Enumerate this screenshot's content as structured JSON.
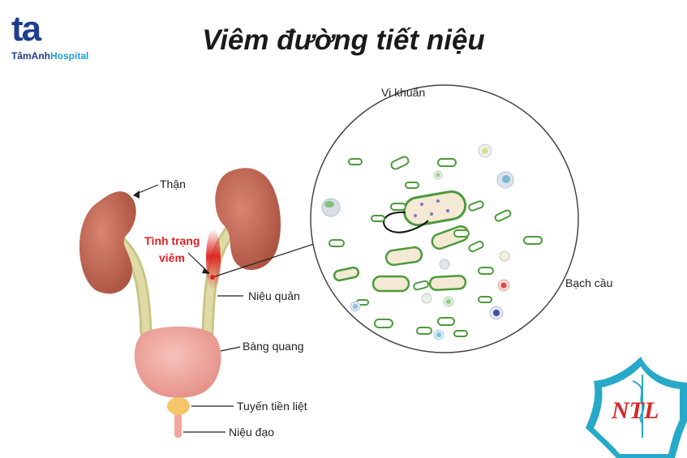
{
  "logo": {
    "mark": "ta",
    "name_part1": "TâmAnh",
    "name_part2": "Hospital"
  },
  "title": "Viêm đường tiết niệu",
  "labels": {
    "kidney": "Thận",
    "inflammation_line1": "Tình trạng",
    "inflammation_line2": "viêm",
    "ureter": "Niệu quản",
    "bladder": "Bàng quang",
    "prostate": "Tuyến tiền liệt",
    "urethra": "Niệu đạo",
    "bacteria": "Vi khuẩn",
    "white_blood_cells": "Bạch cầu"
  },
  "watermark": {
    "text": "NTL"
  },
  "colors": {
    "kidney": "#c66a57",
    "ureter": "#d8d59a",
    "bladder": "#f0a7a0",
    "prostate": "#f5c56a",
    "inflammation": "#e02020",
    "bacteria_stroke": "#4c9a3c",
    "bacteria_fill": "#f3e9d4",
    "logo_blue": "#1e3f8f",
    "logo_cyan": "#1e9fd7",
    "watermark_cyan": "#27a9c9"
  }
}
